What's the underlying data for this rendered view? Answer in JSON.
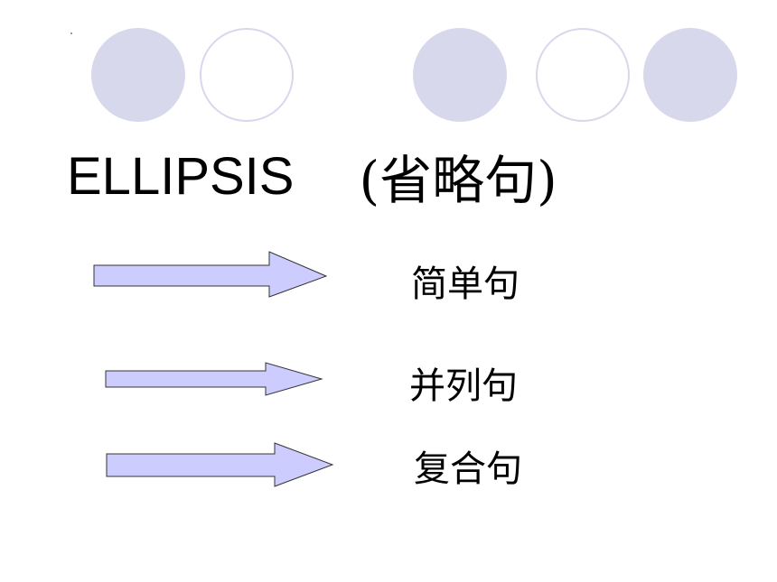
{
  "slide": {
    "title_en": "ELLIPSIS",
    "title_zh": "(省略句)",
    "items": [
      {
        "label": "简单句"
      },
      {
        "label": "并列句"
      },
      {
        "label": "复合句"
      }
    ]
  },
  "colors": {
    "circle_fill": "#d8d8ec",
    "circle_outline": "#d8d8ec",
    "arrow_fill": "#ccccff",
    "arrow_stroke": "#333333"
  },
  "decorations": {
    "circles": [
      "filled",
      "outline",
      "filled",
      "outline",
      "filled"
    ]
  }
}
